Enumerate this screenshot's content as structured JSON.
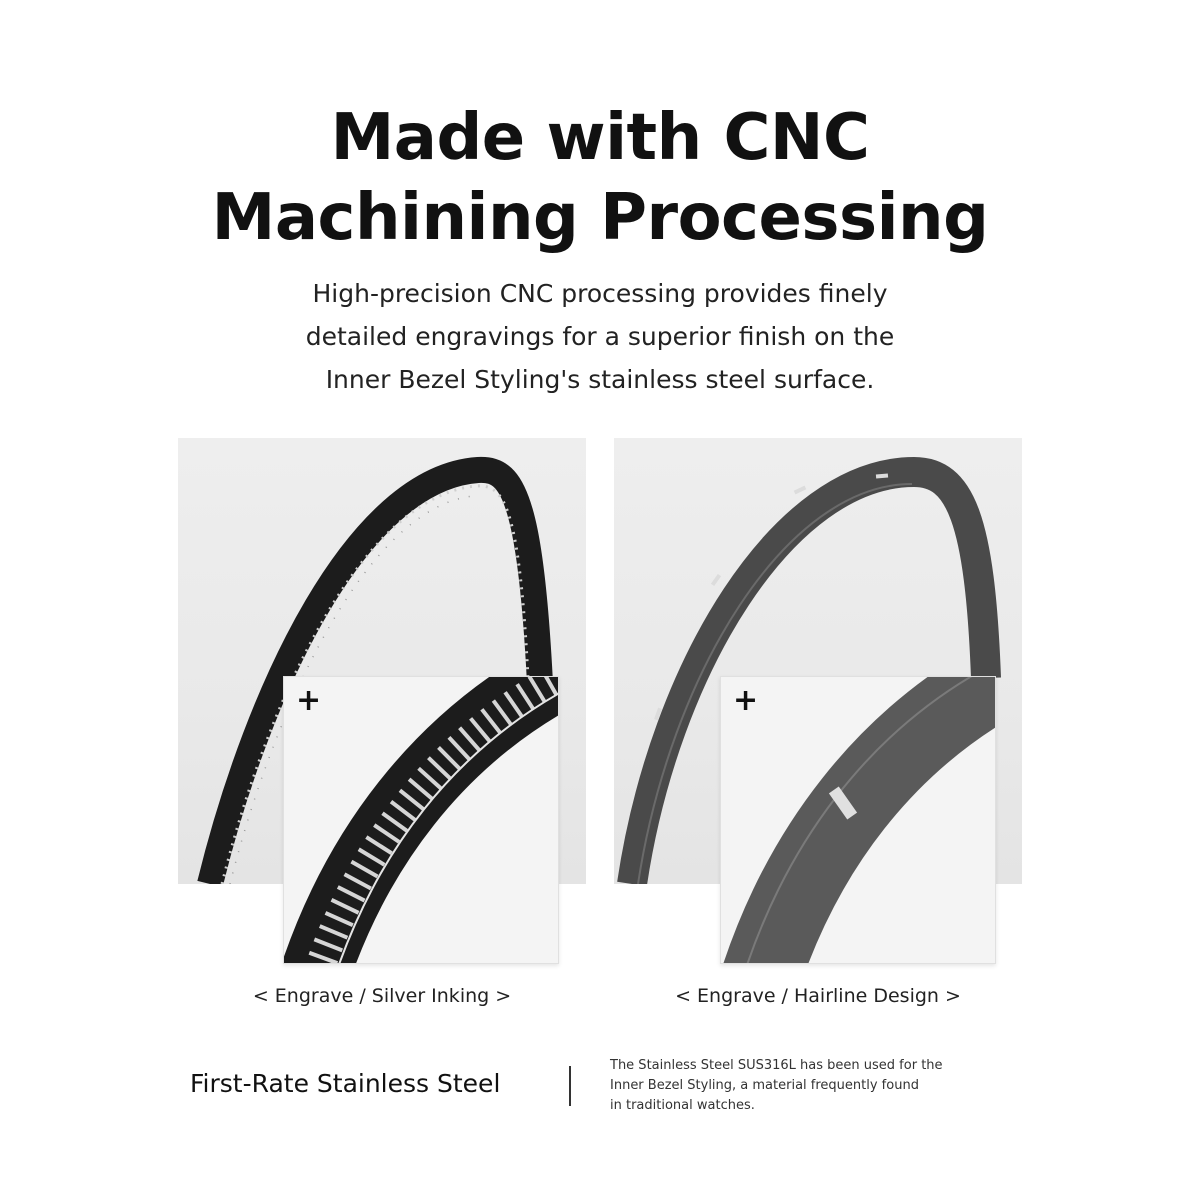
{
  "header": {
    "title_line1": "Made with CNC",
    "title_line2": "Machining Processing",
    "subtitle_line1": "High-precision CNC processing provides finely",
    "subtitle_line2": "detailed engravings for a superior finish on the",
    "subtitle_line3": "Inner Bezel Styling's stainless steel surface."
  },
  "panels": [
    {
      "zoom_symbol": "+",
      "caption": "< Engrave / Silver Inking >"
    },
    {
      "zoom_symbol": "+",
      "caption": "< Engrave / Hairline Design >"
    }
  ],
  "feature": {
    "title": "First-Rate Stainless Steel",
    "desc_line1": "The Stainless Steel SUS316L has been used for the",
    "desc_line2": "Inner Bezel Styling, a material frequently found",
    "desc_line3": "in traditional watches."
  },
  "colors": {
    "panel_bg": "#ececec",
    "ring_black": "#1c1c1c",
    "ring_gray": "#4a4a4a",
    "engrave_silver": "#d6d6d6"
  }
}
